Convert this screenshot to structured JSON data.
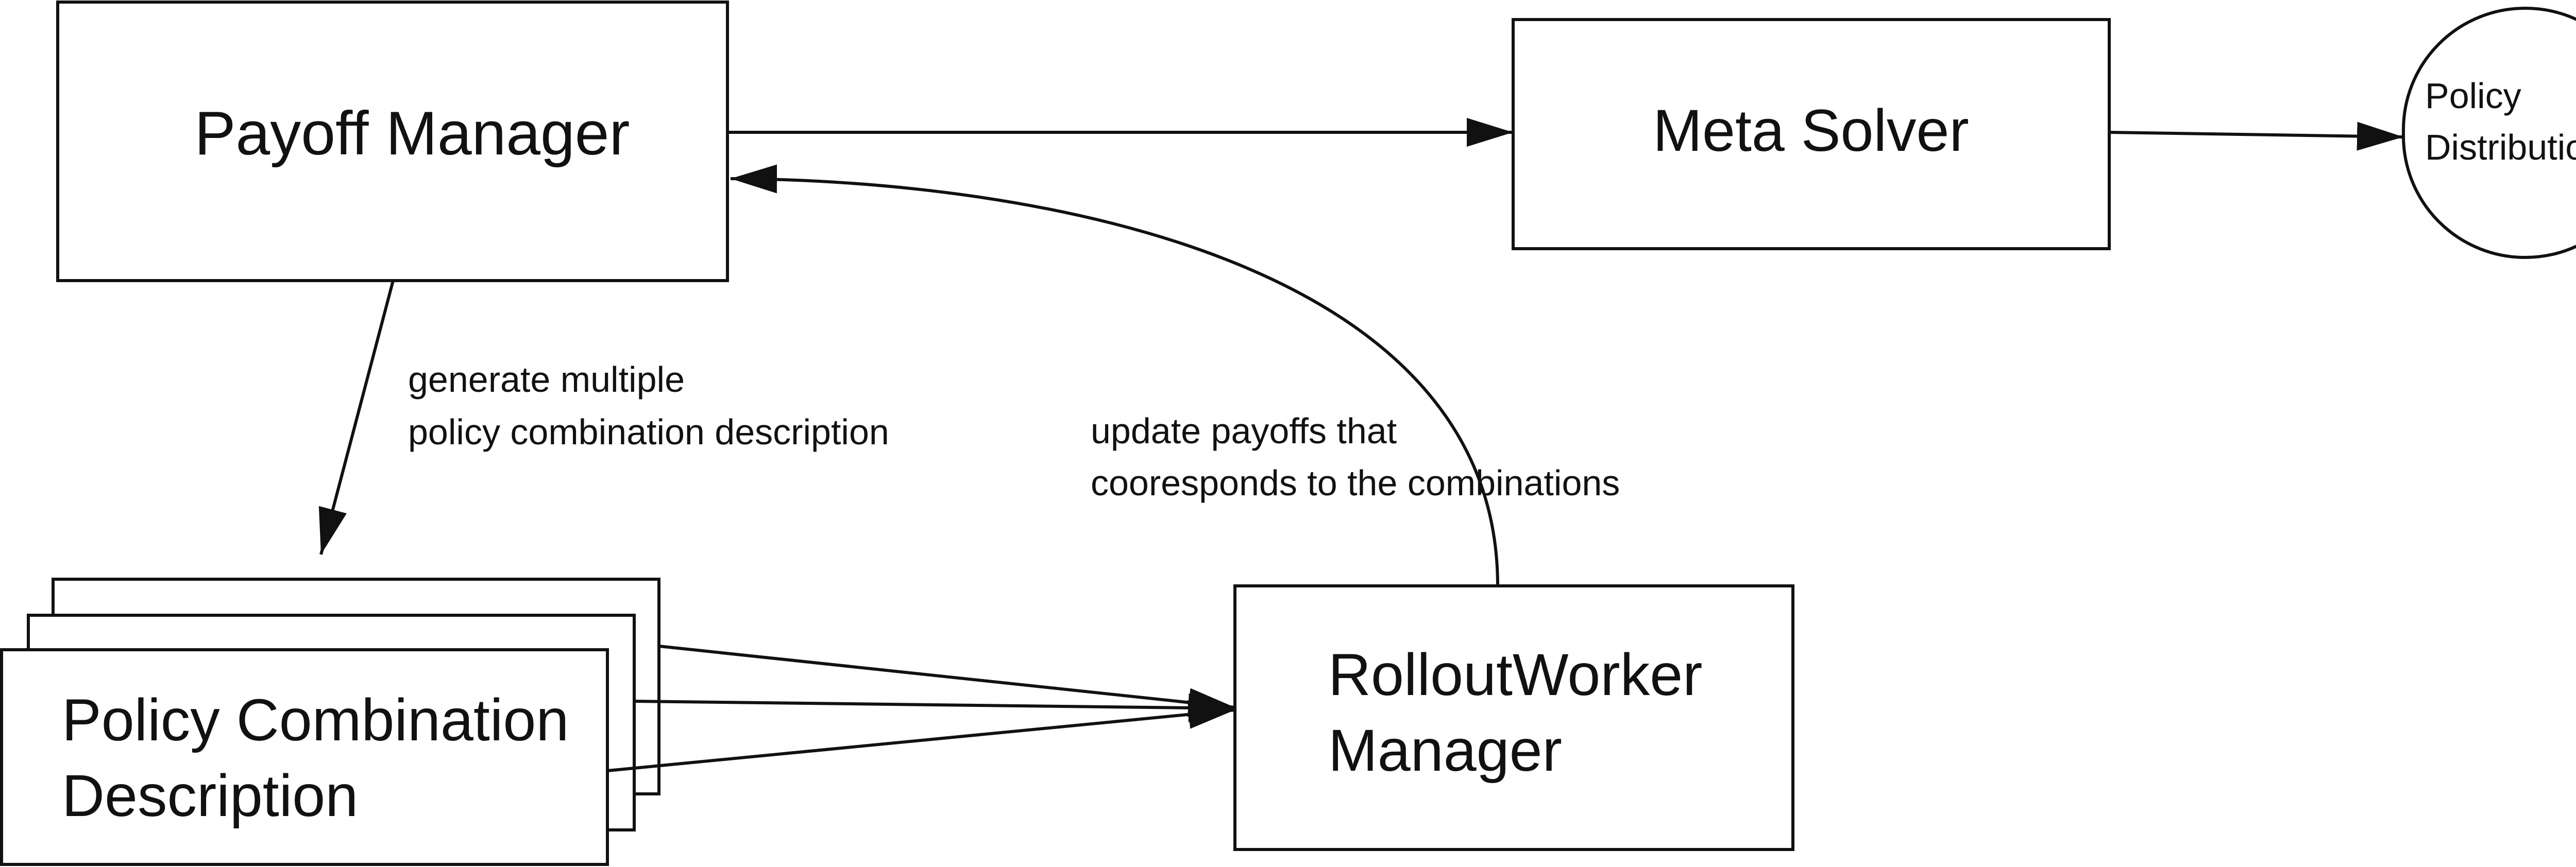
{
  "diagram": {
    "nodes": {
      "payoff_manager": {
        "label": "Payoff Manager"
      },
      "meta_solver": {
        "label": "Meta Solver"
      },
      "policy_distribution": {
        "line1": "Policy",
        "line2": "Distribution"
      },
      "policy_combination": {
        "line1": "Policy Combination",
        "line2": "Description"
      },
      "rollout_manager": {
        "line1": "RolloutWorker",
        "line2": "Manager"
      }
    },
    "edges": {
      "generate": {
        "line1": "generate multiple",
        "line2": "policy combination description"
      },
      "update": {
        "line1": "update payoffs that",
        "line2": "cooresponds to the combinations"
      }
    },
    "colors": {
      "stroke": "#111111",
      "background": "#ffffff"
    }
  }
}
